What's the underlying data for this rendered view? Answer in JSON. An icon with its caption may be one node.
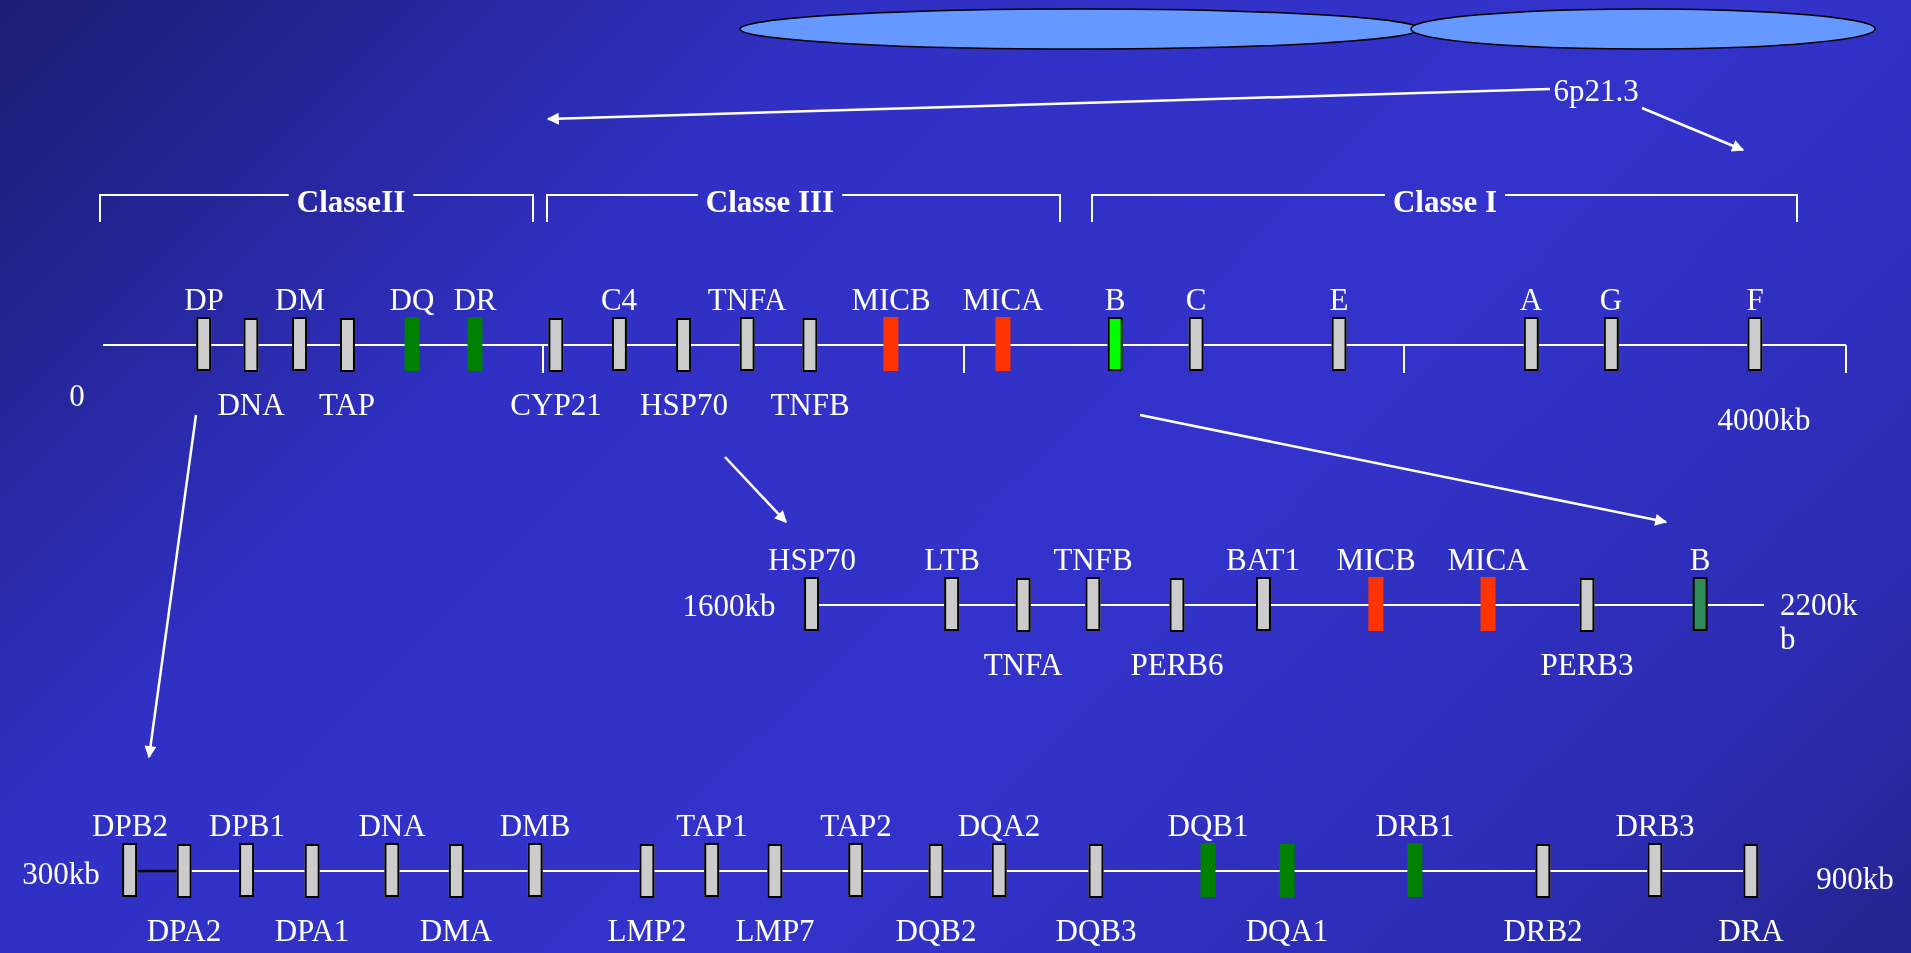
{
  "diagram": {
    "nodes": [
      {
        "text": [
          "6p21.3"
        ]
      },
      {
        "text": [],
        "shape": "bar",
        "beside": [
          "0",
          "4000kb"
        ]
      },
      {
        "text": [
          "DP"
        ],
        "in": 1
      },
      {
        "text": [
          "DNA"
        ],
        "in": 1
      },
      {
        "text": [
          "DM"
        ],
        "in": 1
      },
      {
        "text": [
          "TAP"
        ],
        "in": 1
      },
      {
        "text": [
          "DQ"
        ],
        "in": 1
      },
      {
        "text": [
          "DR"
        ],
        "in": 1
      },
      {
        "text": [
          "CYP21"
        ],
        "in": 1
      },
      {
        "text": [
          "C4"
        ],
        "in": 1
      },
      {
        "text": [
          "HSP70"
        ],
        "in": 1
      },
      {
        "text": [
          "TNFA"
        ],
        "in": 1
      },
      {
        "text": [
          "TNFB"
        ],
        "in": 1
      },
      {
        "text": [
          "MICB"
        ],
        "in": 1
      },
      {
        "text": [
          "MICA"
        ],
        "in": 1
      },
      {
        "text": [
          "B"
        ],
        "in": 1
      },
      {
        "text": [
          "C"
        ],
        "in": 1
      },
      {
        "text": [
          "E"
        ],
        "in": 1
      },
      {
        "text": [
          "A"
        ],
        "in": 1
      },
      {
        "text": [
          "G"
        ],
        "in": 1
      },
      {
        "text": [
          "F"
        ],
        "in": 1
      },
      {
        "text": [],
        "shape": "bar",
        "beside": [
          "1600kb",
          "2200kb"
        ]
      },
      {
        "text": [
          "HSP70"
        ],
        "in": 21
      },
      {
        "text": [
          "LTB"
        ],
        "in": 21
      },
      {
        "text": [
          "TNFA"
        ],
        "in": 21
      },
      {
        "text": [
          "TNFB"
        ],
        "in": 21
      },
      {
        "text": [
          "PERB6"
        ],
        "in": 21
      },
      {
        "text": [
          "BAT1"
        ],
        "in": 21
      },
      {
        "text": [
          "MICB"
        ],
        "in": 21
      },
      {
        "text": [
          "MICA"
        ],
        "in": 21
      },
      {
        "text": [
          "PERB3"
        ],
        "in": 21
      },
      {
        "text": [
          "B"
        ],
        "in": 21
      },
      {
        "text": [],
        "shape": "bar",
        "beside": [
          "300kb",
          "900kb"
        ]
      },
      {
        "text": [
          "DPB2"
        ],
        "in": 32
      },
      {
        "text": [
          "DPA2"
        ],
        "in": 32
      },
      {
        "text": [
          "DPB1"
        ],
        "in": 32
      },
      {
        "text": [
          "DPA1"
        ],
        "in": 32
      },
      {
        "text": [
          "DNA"
        ],
        "in": 32
      },
      {
        "text": [
          "DMA"
        ],
        "in": 32
      },
      {
        "text": [
          "DMB"
        ],
        "in": 32
      },
      {
        "text": [
          "LMP2"
        ],
        "in": 32
      },
      {
        "text": [
          "TAP1"
        ],
        "in": 32
      },
      {
        "text": [
          "LMP7"
        ],
        "in": 32
      },
      {
        "text": [
          "TAP2"
        ],
        "in": 32
      },
      {
        "text": [
          "DQB2"
        ],
        "in": 32
      },
      {
        "text": [
          "DQA2"
        ],
        "in": 32
      },
      {
        "text": [
          "DQB3"
        ],
        "in": 32
      },
      {
        "text": [
          "DQB1"
        ],
        "in": 32
      },
      {
        "text": [
          "DQA1"
        ],
        "in": 32
      },
      {
        "text": [
          "DRB1"
        ],
        "in": 32
      },
      {
        "text": [
          "DRB2"
        ],
        "in": 32
      },
      {
        "text": [
          "DRB3"
        ],
        "in": 32
      },
      {
        "text": [
          "DRA"
        ],
        "in": 32
      }
    ],
    "edges": [
      {
        "from": 0,
        "to": null,
        "arrow": "to"
      },
      {
        "from": 0,
        "to": null,
        "arrow": "to"
      },
      {
        "from": 1,
        "to": 32,
        "arrow": "to"
      },
      {
        "from": null,
        "to": 21,
        "arrow": "to"
      },
      {
        "from": 1,
        "to": 21,
        "arrow": "to"
      }
    ],
    "labels": [
      "ClasseII",
      "Classe III",
      "Classe I"
    ]
  }
}
